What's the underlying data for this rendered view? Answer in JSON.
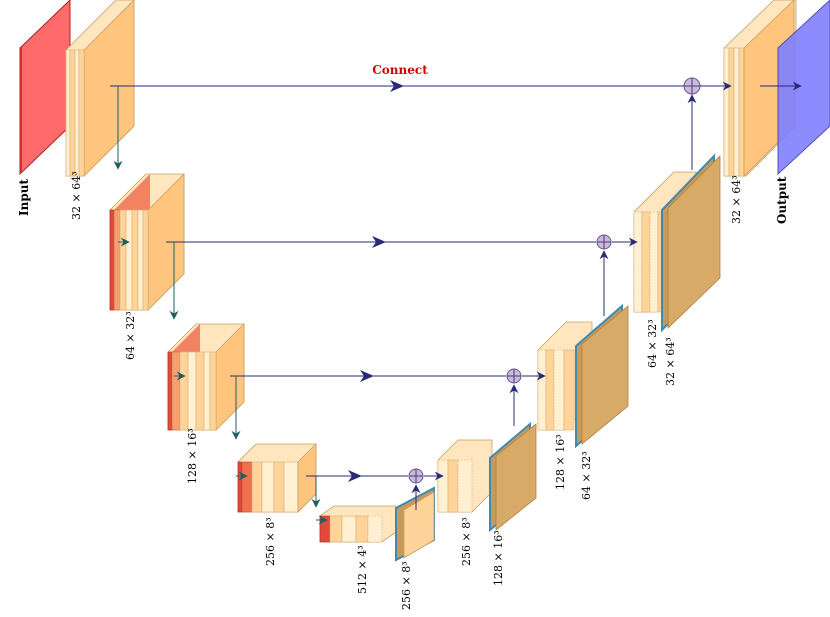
{
  "labels": {
    "input": "Input",
    "output": "Output",
    "connect": "Connect"
  },
  "dims": {
    "enc1": "32 × 64³",
    "enc2": "64 × 32³",
    "enc3": "128 × 16³",
    "enc4": "256 × 8³",
    "bottleneck": "512 × 4³",
    "up4": "256 × 8³",
    "dec4": "256 × 8³",
    "up3": "128 × 16³",
    "dec3": "128 × 16³",
    "up2": "64 × 32³",
    "dec2": "64 × 32³",
    "up1": "32 × 64³",
    "dec1": "32 × 64³"
  },
  "colors": {
    "input_block": "#ff5a5a",
    "conv_block": "#ffd49a",
    "conv_block_light": "#fff0d2",
    "pool_block": "#f07050",
    "upsample_block": "#c89a58",
    "upsample_edge": "#3f8ab4",
    "output_block": "#8080ff",
    "skip_arrow": "#2a2a78",
    "down_arrow": "#1f5f5f",
    "concat_node": "#c9b8e0"
  }
}
